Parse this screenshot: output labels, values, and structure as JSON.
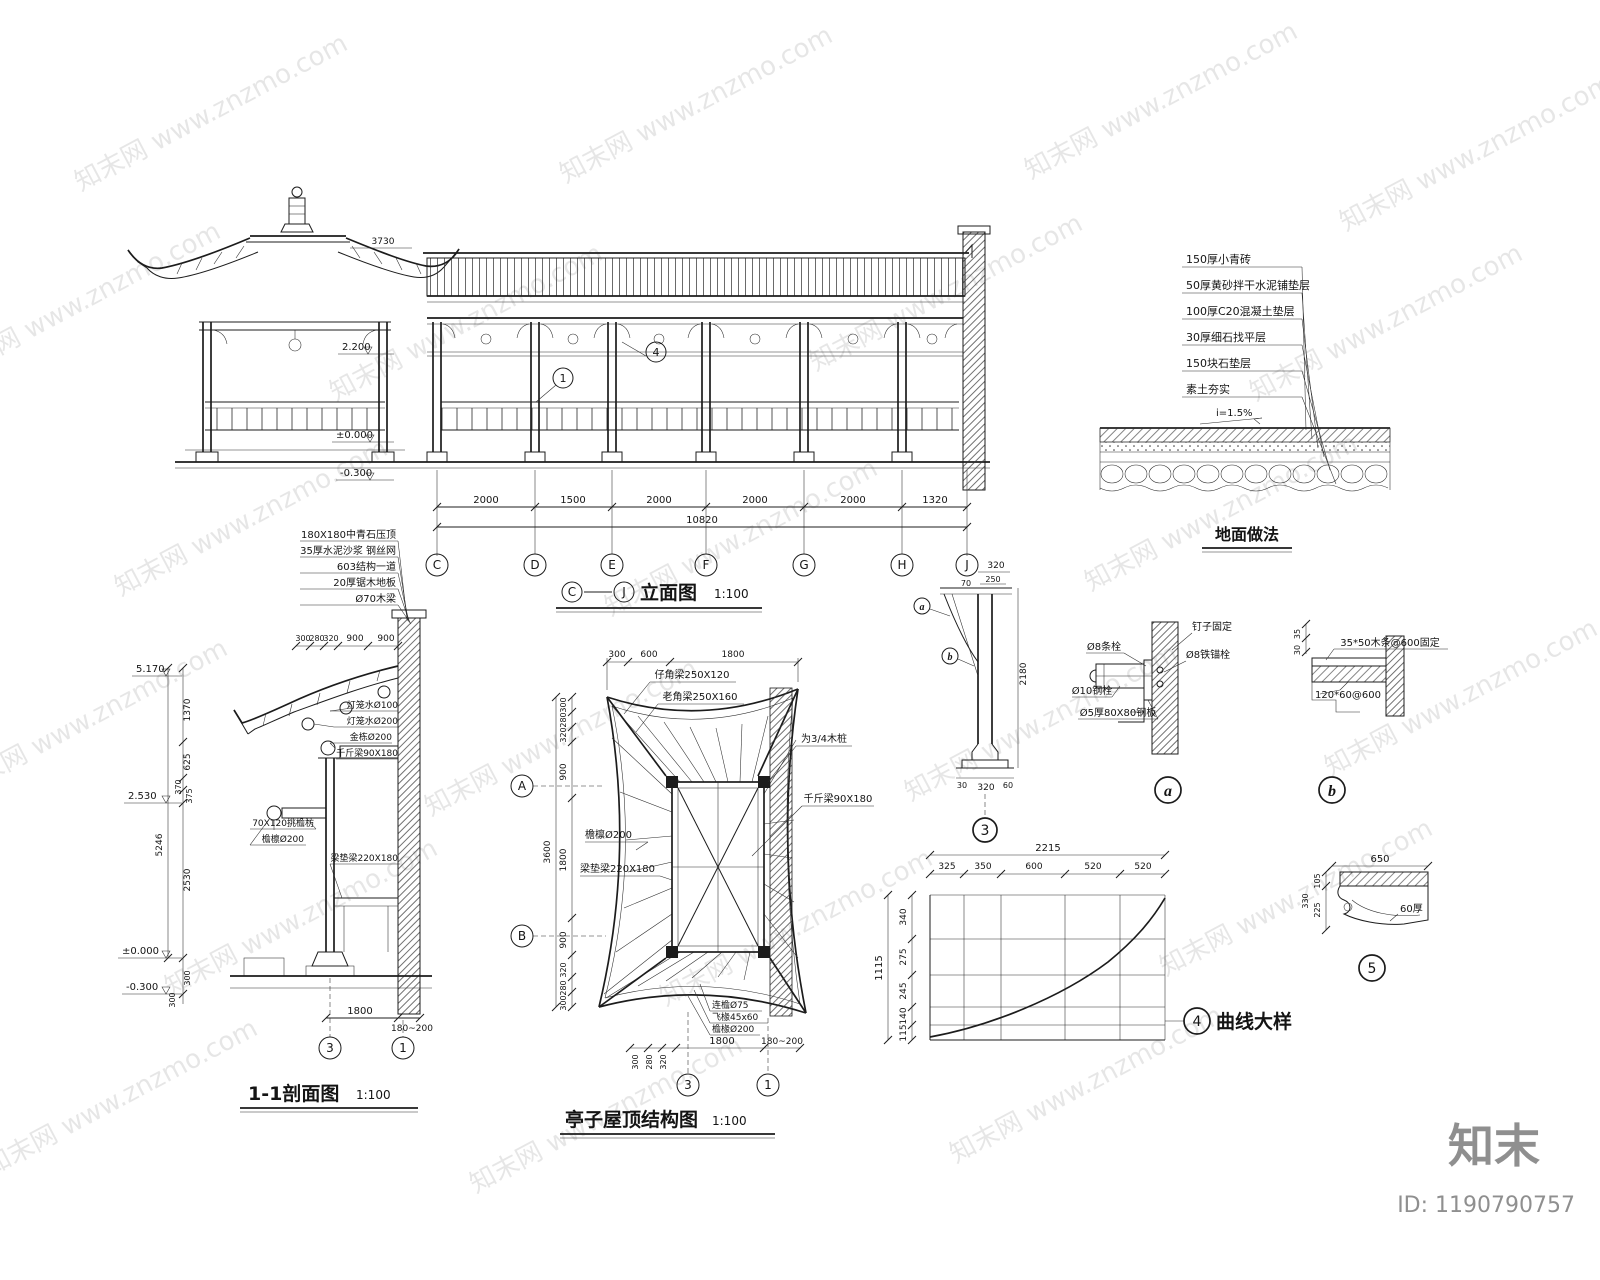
{
  "watermark": {
    "tile": "知末网 www.znzmo.com",
    "logo": "知末",
    "image_id": "ID: 1190790757"
  },
  "elevation": {
    "title_c": "C",
    "title_j": "J",
    "title_name": "立面图",
    "scale": "1:100",
    "dim_ridge": "3730",
    "level_eave": "2.200",
    "level_zero": "±0.000",
    "level_below": "-0.300",
    "callout_1": "1",
    "callout_4": "4",
    "dims": [
      "2000",
      "1500",
      "2000",
      "2000",
      "2000",
      "1320"
    ],
    "total_dim": "10820",
    "grids": [
      "C",
      "D",
      "E",
      "F",
      "G",
      "H",
      "J"
    ]
  },
  "ground_detail": {
    "title": "地面做法",
    "slope": "i=1.5%",
    "layers": [
      "150厚小青砖",
      "50厚黄砂拌干水泥铺垫层",
      "100厚C20混凝土垫层",
      "30厚细石找平层",
      "150块石垫层",
      "素土夯实"
    ]
  },
  "section": {
    "title": "1-1剖面图",
    "scale": "1:100",
    "top_labels": [
      "180X180中青石压顶",
      "35厚水泥沙浆 钢丝网",
      "603结构一道",
      "20厚锯木地板",
      "Ø70木梁"
    ],
    "roof_labels": [
      "灯笼水Ø100",
      "灯笼水Ø200",
      "金栋Ø200",
      "千斤梁90X180"
    ],
    "mid_labels": [
      "70X120挑檐枋",
      "檐檩Ø200",
      "梁垫梁220X180"
    ],
    "levels": [
      "5.170",
      "2.530",
      "±0.000",
      "-0.300"
    ],
    "vdims": [
      "1370",
      "625",
      "370",
      "375",
      "5246",
      "2530",
      "300",
      "300"
    ],
    "hdims_top": [
      "300",
      "280",
      "320",
      "900",
      "900"
    ],
    "hdims_bottom": [
      "1800",
      "180~200"
    ],
    "bubble_3": "3",
    "bubble_1": "1"
  },
  "roof_plan": {
    "title": "亭子屋顶结构图",
    "scale": "1:100",
    "dims_top": [
      "300",
      "600",
      "1800"
    ],
    "labels": [
      "仔角梁250X120",
      "老角梁250X160",
      "为3/4木桩",
      "千斤梁90X180",
      "檐檩Ø200",
      "梁垫梁220X180",
      "连檐Ø75",
      "飞椽45x60",
      "檐椽Ø200"
    ],
    "dims_left": [
      "300",
      "280",
      "320",
      "900",
      "3600",
      "1800",
      "900",
      "320",
      "280",
      "300"
    ],
    "dims_bottom": [
      "300",
      "280",
      "320",
      "1800",
      "180~200"
    ],
    "grid_a": "A",
    "grid_b": "B",
    "bubble_3": "3",
    "bubble_1": "1"
  },
  "detail_3": {
    "bubble": "3",
    "callout_a": "a",
    "callout_b": "b",
    "dims": [
      "320",
      "250",
      "70",
      "2180",
      "30",
      "320",
      "60"
    ]
  },
  "detail_a": {
    "bubble": "a",
    "labels": [
      "钉子固定",
      "Ø8条栓",
      "Ø8铁锚栓",
      "Ø10钢栓",
      "Ø5厚80X80钢板"
    ]
  },
  "detail_b": {
    "bubble": "b",
    "labels": [
      "35*50木条@600固定",
      "120*60@600"
    ],
    "dims": [
      "35",
      "30"
    ]
  },
  "curve_detail": {
    "name": "曲线大样",
    "bubble": "4",
    "total_top": "2215",
    "dims_top": [
      "325",
      "350",
      "600",
      "520",
      "520"
    ],
    "total_left": "1115",
    "dims_left": [
      "340",
      "275",
      "245",
      "140",
      "115"
    ]
  },
  "detail_5": {
    "bubble": "5",
    "dim_top": "650",
    "dims_left": [
      "330",
      "225",
      "105"
    ],
    "label_thick": "60厚"
  }
}
